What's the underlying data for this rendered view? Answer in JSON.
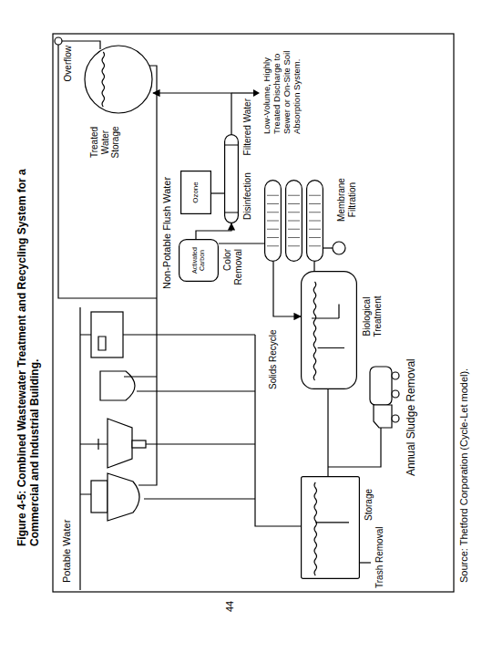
{
  "diagram": {
    "title": "Figure 4-5: Combined Wastewater Treatment and Recycling System for a Commercial and Industrial Building.",
    "caption": "Source: Thetford Corporation (Cycle-Let model).",
    "nodes": [
      {
        "text": [
          "Ozone"
        ]
      },
      {
        "text": [
          "Activated Carbon",
          "Color Removal"
        ]
      },
      {
        "text": [
          "Disinfection"
        ]
      },
      {
        "text": [
          "Treated Water Storage"
        ]
      },
      {
        "text": [
          "Storage"
        ]
      },
      {
        "text": [
          "Biological Treatment"
        ]
      },
      {
        "text": [
          "Membrane Filtration"
        ]
      }
    ],
    "edges": [
      {
        "from": 6,
        "to": 1,
        "arrow": "none"
      },
      {
        "from": 1,
        "to": 2,
        "arrow": "to"
      },
      {
        "from": 0,
        "to": 2,
        "arrow": "none"
      },
      {
        "from": 2,
        "to": 3,
        "arrow": "to"
      },
      {
        "from": 4,
        "to": 5,
        "arrow": "none"
      },
      {
        "from": 5,
        "to": 6,
        "arrow": "none"
      },
      {
        "from": 6,
        "to": 5,
        "arrow": "to"
      }
    ],
    "labels": [
      "Potable Water",
      "Non-Potable Flush Water",
      "Overflow",
      "Filtered Water",
      "Low-Volume, Highly Treated Discharge to Sewer or On-Site Soil Absorption System.",
      "Solids Recycle",
      "Trash Removal",
      "Annual Sludge Removal",
      "44"
    ]
  }
}
